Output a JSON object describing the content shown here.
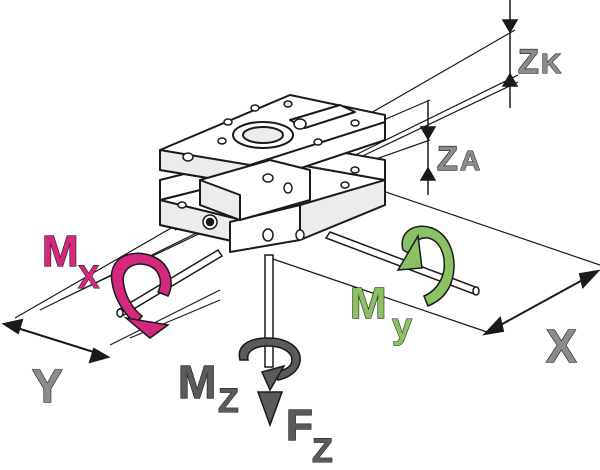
{
  "labels": {
    "zk": {
      "main": "Z",
      "sub": "K"
    },
    "za": {
      "main": "Z",
      "sub": "A"
    },
    "mx": {
      "main": "M",
      "sub": "X"
    },
    "my": {
      "main": "M",
      "sub": "y"
    },
    "mz": {
      "main": "M",
      "sub": "Z"
    },
    "fz": {
      "main": "F",
      "sub": "Z"
    },
    "x_axis": "X",
    "y_axis": "Y"
  },
  "colors": {
    "outline": "#1a1a1a",
    "gray_text": "#8c8c8c",
    "mz_gray": "#5a5a5a",
    "mx_magenta": "#d4287f",
    "my_green": "#8cc163",
    "block_face": "#ffffff",
    "block_shade": "#ececec"
  }
}
